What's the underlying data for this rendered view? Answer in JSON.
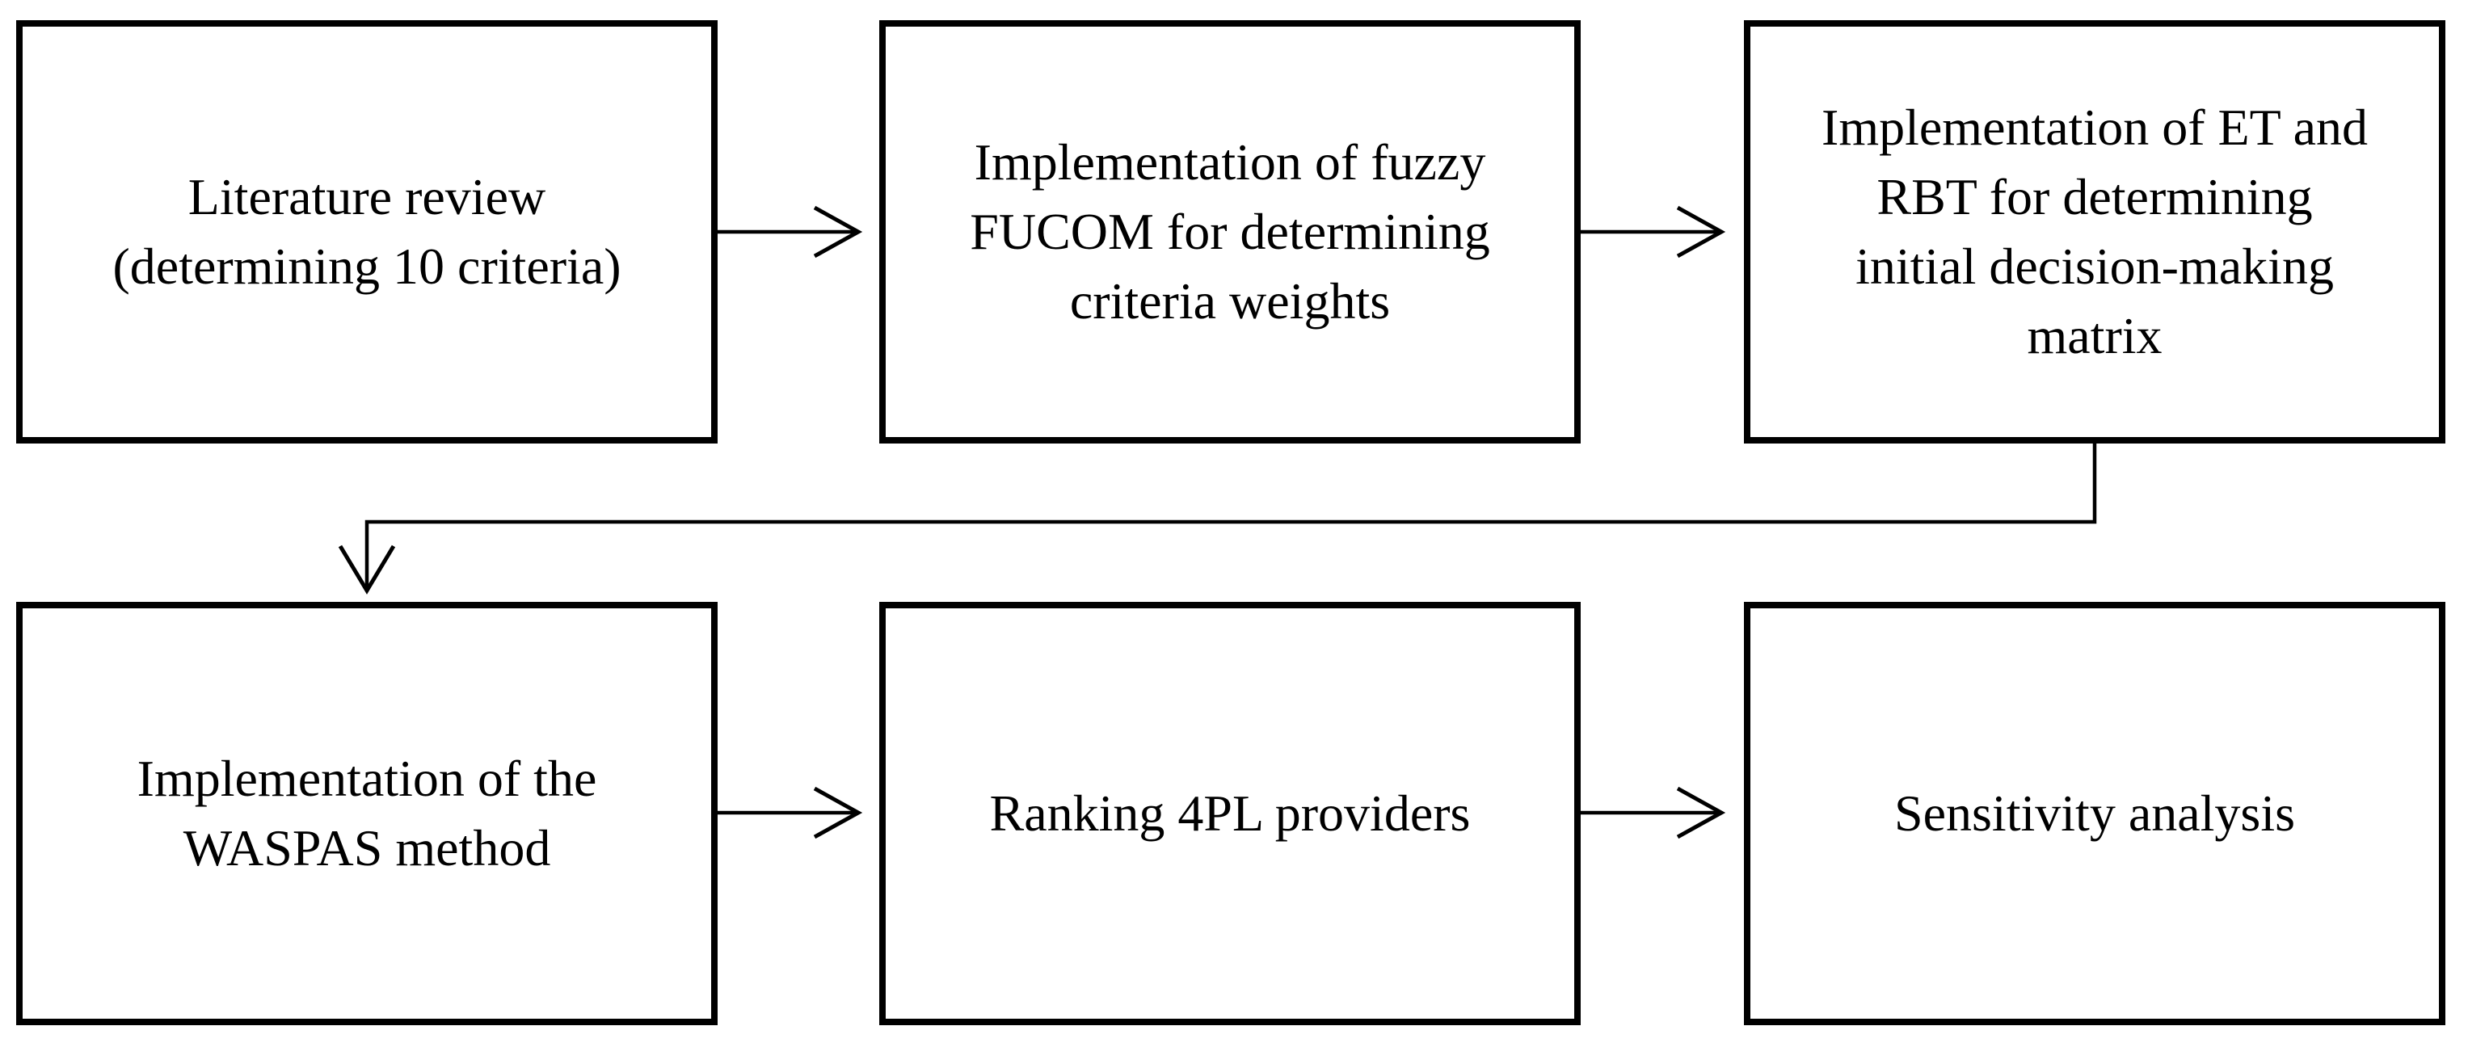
{
  "figure": {
    "type": "flowchart",
    "background_color": "#ffffff",
    "line_color": "#000000",
    "text_color": "#000000",
    "boxes": [
      {
        "id": "literature-review",
        "label": "Literature review (determining 10 criteria)",
        "lines": [
          "Literature review",
          "(determining 10 criteria)"
        ]
      },
      {
        "id": "fuzzy-fucom",
        "label": "Implementation of fuzzy FUCOM for determining criteria weights",
        "lines": [
          "Implementation of fuzzy",
          "FUCOM for determining",
          "criteria weights"
        ]
      },
      {
        "id": "et-rbt-matrix",
        "label": "Implementation of ET and RBT for determining initial decision-making matrix",
        "lines": [
          "Implementation of ET and",
          "RBT for determining",
          "initial decision-making",
          "matrix"
        ]
      },
      {
        "id": "waspas-method",
        "label": "Implementation of the WASPAS method",
        "lines": [
          "Implementation of the",
          "WASPAS method"
        ]
      },
      {
        "id": "ranking-4pl",
        "label": "Ranking 4PL providers",
        "lines": [
          "Ranking 4PL providers"
        ]
      },
      {
        "id": "sensitivity-analysis",
        "label": "Sensitivity analysis",
        "lines": [
          "Sensitivity analysis"
        ]
      }
    ],
    "connections": [
      {
        "from": "literature-review",
        "to": "fuzzy-fucom",
        "direction": "right"
      },
      {
        "from": "fuzzy-fucom",
        "to": "et-rbt-matrix",
        "direction": "right"
      },
      {
        "from": "et-rbt-matrix",
        "to": "waspas-method",
        "direction": "down-left-down"
      },
      {
        "from": "waspas-method",
        "to": "ranking-4pl",
        "direction": "right"
      },
      {
        "from": "ranking-4pl",
        "to": "sensitivity-analysis",
        "direction": "right"
      }
    ]
  }
}
